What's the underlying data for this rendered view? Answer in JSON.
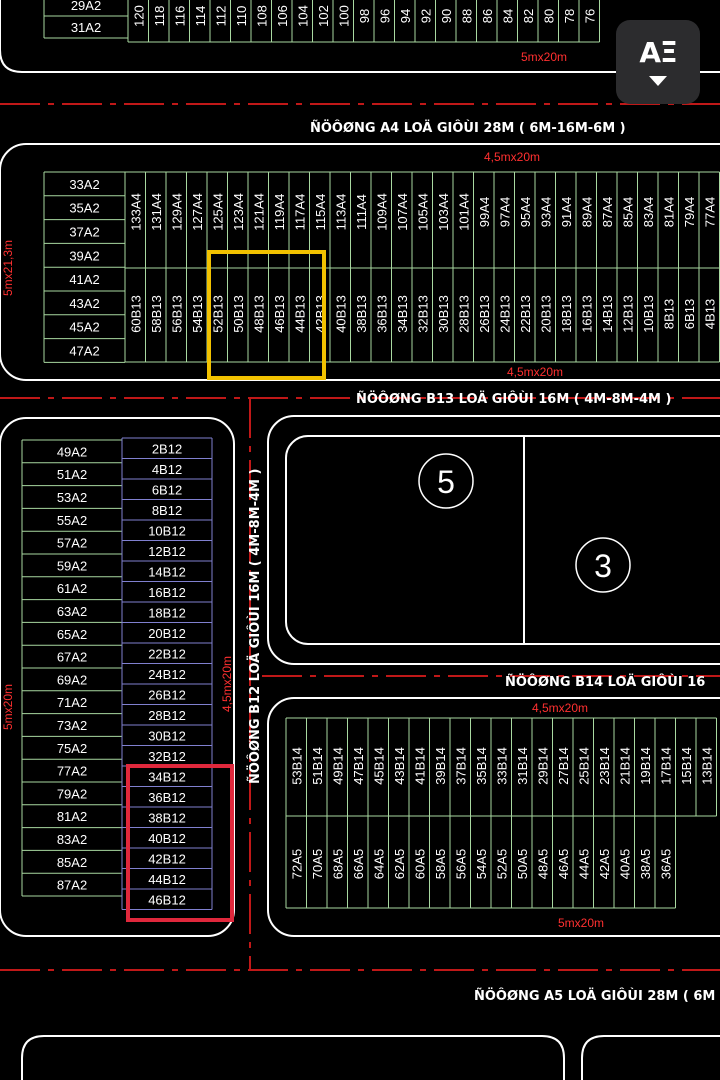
{
  "roads": {
    "a4": "ÑÖÔØNG A4 LOÄ GIÔÙI 28M ( 6M-16M-6M )",
    "b13": "ÑÖÔØNG B13 LOÄ GIÔÙI 16M ( 4M-8M-4M )",
    "b12": "ÑÖÔØNG B12 LOÄ GIÔÙI 16M ( 4M-8M-4M )",
    "b14": "ÑÖÔØNG B14 LOÄ GIÔÙI 16",
    "a5": "ÑÖÔØNG A5 LOÄ GIÔÙI 28M ( 6M"
  },
  "dimensions": {
    "top_block": "5mx20m",
    "a4_block_top": "4,5mx20m",
    "a4_block_bottom": "4,5mx20m",
    "a4_block_left": "5mx21,3m",
    "left_block_left": "5mx20m",
    "left_block_right": "4,5mx20m",
    "b14_block_top": "4,5mx20m",
    "b14_block_bottom": "5mx20m"
  },
  "parcels": {
    "five": "5",
    "three": "3"
  },
  "toggle": {
    "label": "AΞ"
  },
  "lots": {
    "top_left_col": [
      "29A2",
      "31A2"
    ],
    "top_row": [
      "120",
      "118",
      "116",
      "114",
      "112",
      "110",
      "108",
      "106",
      "104",
      "102",
      "100",
      "98",
      "96",
      "94",
      "92",
      "90",
      "88",
      "86",
      "84",
      "82",
      "80",
      "78",
      "76"
    ],
    "a4_left_col": [
      "33A2",
      "35A2",
      "37A2",
      "39A2",
      "41A2",
      "43A2",
      "45A2",
      "47A2"
    ],
    "a4_row": [
      "133A4",
      "131A4",
      "129A4",
      "127A4",
      "125A4",
      "123A4",
      "121A4",
      "119A4",
      "117A4",
      "115A4",
      "113A4",
      "111A4",
      "109A4",
      "107A4",
      "105A4",
      "103A4",
      "101A4",
      "99A4",
      "97A4",
      "95A4",
      "93A4",
      "91A4",
      "89A4",
      "87A4",
      "85A4",
      "83A4",
      "81A4",
      "79A4",
      "77A4"
    ],
    "b13_row": [
      "60B13",
      "58B13",
      "56B13",
      "54B13",
      "52B13",
      "50B13",
      "48B13",
      "46B13",
      "44B13",
      "42B13",
      "40B13",
      "38B13",
      "36B13",
      "34B13",
      "32B13",
      "30B13",
      "28B13",
      "26B13",
      "24B13",
      "22B13",
      "20B13",
      "18B13",
      "16B13",
      "14B13",
      "12B13",
      "10B13",
      "8B13",
      "6B13",
      "4B13"
    ],
    "left_col": [
      "49A2",
      "51A2",
      "53A2",
      "55A2",
      "57A2",
      "59A2",
      "61A2",
      "63A2",
      "65A2",
      "67A2",
      "69A2",
      "71A2",
      "73A2",
      "75A2",
      "77A2",
      "79A2",
      "81A2",
      "83A2",
      "85A2",
      "87A2"
    ],
    "b12_col": [
      "2B12",
      "4B12",
      "6B12",
      "8B12",
      "10B12",
      "12B12",
      "14B12",
      "16B12",
      "18B12",
      "20B12",
      "22B12",
      "24B12",
      "26B12",
      "28B12",
      "30B12",
      "32B12",
      "34B12",
      "36B12",
      "38B12",
      "40B12",
      "42B12",
      "44B12",
      "46B12"
    ],
    "b14_row": [
      "53B14",
      "51B14",
      "49B14",
      "47B14",
      "45B14",
      "43B14",
      "41B14",
      "39B14",
      "37B14",
      "35B14",
      "33B14",
      "31B14",
      "29B14",
      "27B14",
      "25B14",
      "23B14",
      "21B14",
      "19B14",
      "17B14",
      "15B14",
      "13B14"
    ],
    "a5_row": [
      "72A5",
      "70A5",
      "68A5",
      "66A5",
      "64A5",
      "62A5",
      "60A5",
      "58A5",
      "56A5",
      "54A5",
      "52A5",
      "50A5",
      "48A5",
      "46A5",
      "44A5",
      "42A5",
      "40A5",
      "38A5",
      "36A5"
    ]
  },
  "highlights": {
    "yellow": "yellow",
    "red": "red"
  },
  "colors": {
    "background": "#000000",
    "lot_line_green": "#a8d8a0",
    "lot_line_blue": "#8080d0",
    "dimension_red": "#ff3030",
    "highlight_yellow": "#f2c200",
    "highlight_red": "#e0283c"
  }
}
